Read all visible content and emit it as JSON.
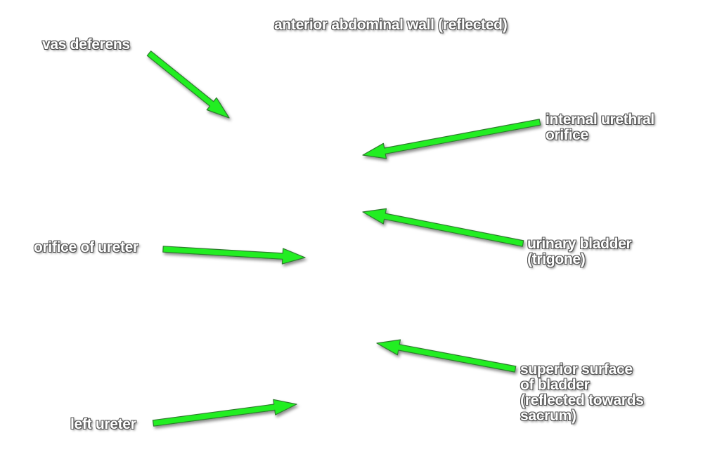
{
  "labels": {
    "title": "anterior abdominal wall (reflected)",
    "vas_deferens": "vas deferens",
    "internal_urethral_orifice": [
      "internal urethral",
      "orifice"
    ],
    "orifice_of_ureter": "orifice of ureter",
    "urinary_bladder": [
      "urinary bladder",
      "(trigone)"
    ],
    "superior_surface": [
      "superior surface",
      "of bladder",
      "(reflected towards",
      "sacrum)"
    ],
    "left_ureter": "left ureter"
  },
  "colors": {
    "arrow": "#22ee22",
    "arrow_outline": "#2f7d2f",
    "label_text": "#ffffff",
    "label_outline": "#555555",
    "background": "#ffffff"
  }
}
